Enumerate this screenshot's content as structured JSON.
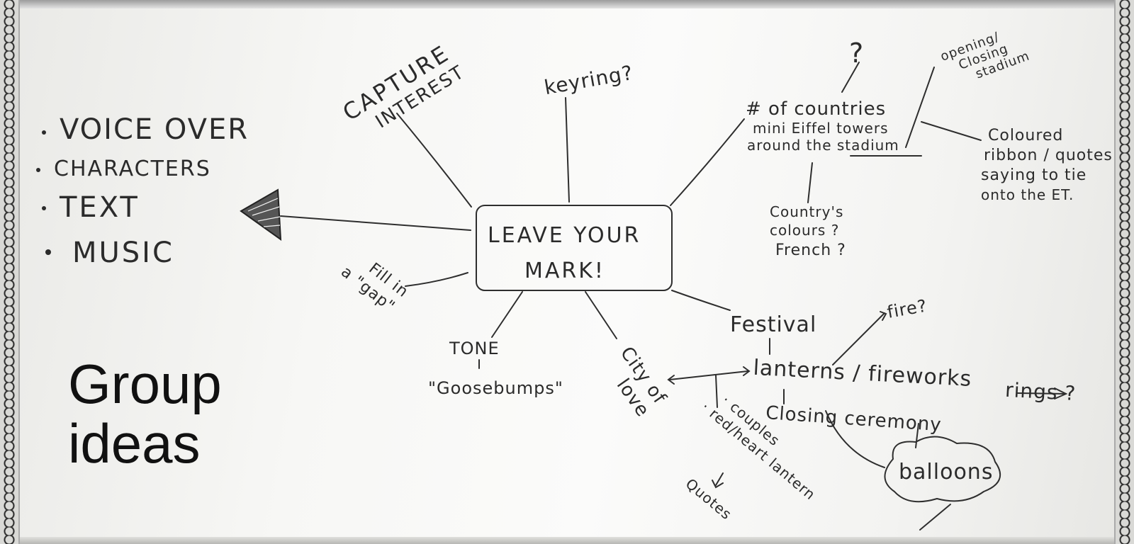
{
  "overlay_title": "Group\nideas",
  "center": {
    "line1": "LEAVE YOUR",
    "line2": "MARK!"
  },
  "left_list": [
    "VOICE OVER",
    "CHARACTERS",
    "TEXT",
    "MUSIC"
  ],
  "branches": {
    "capture": [
      "CAPTURE",
      "INTEREST"
    ],
    "keyring": "keyring?",
    "countries": [
      "# of countries",
      "mini Eiffel towers",
      "around the stadium"
    ],
    "question_mark": "?",
    "opening": [
      "opening/",
      "Closing",
      "stadium"
    ],
    "ribbon": [
      "Coloured",
      "ribbon / quotes",
      "saying to tie",
      "onto the ET."
    ],
    "colours": [
      "Country's",
      "colours ?",
      "French ?"
    ],
    "fill_gap": [
      "Fill in",
      "a \"gap\""
    ],
    "tone": [
      "TONE",
      "\"Goosebumps\""
    ],
    "city": [
      "City of",
      "love"
    ],
    "festival": "Festival",
    "fire": "fire?",
    "lanterns": "lanterns / fireworks",
    "rings": "rings ?",
    "closing": "Closing ceremony",
    "balloons": "balloons",
    "couples": [
      "· couples",
      "· red/heart lantern"
    ],
    "quotes": "Quotes"
  },
  "colors": {
    "ink": "#2b2b2b",
    "title": "#111111",
    "board": "#f7f7f5"
  }
}
